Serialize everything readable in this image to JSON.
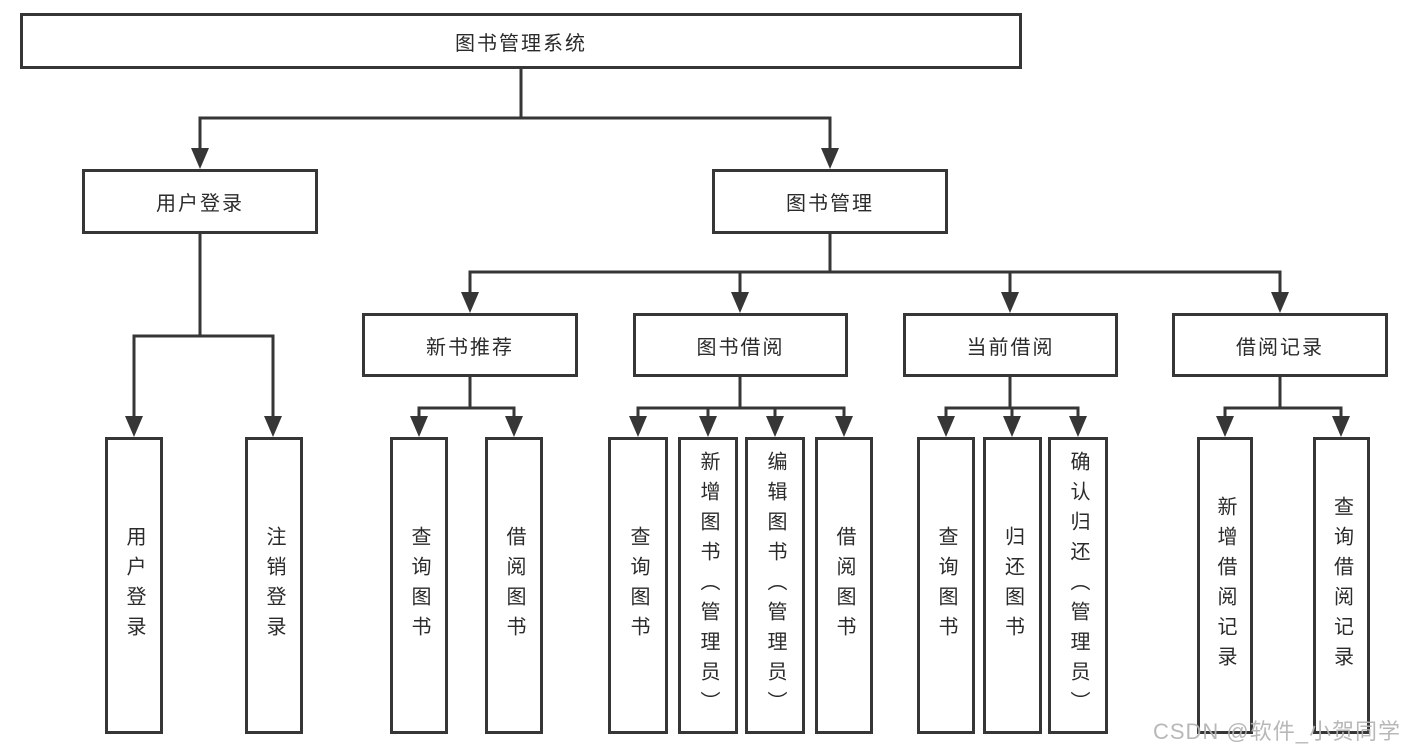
{
  "tree": {
    "label": "图书管理系统",
    "children": [
      {
        "label": "用户登录",
        "children": [
          {
            "label": "用户登录"
          },
          {
            "label": "注销登录"
          }
        ]
      },
      {
        "label": "图书管理",
        "children": [
          {
            "label": "新书推荐",
            "children": [
              {
                "label": "查询图书"
              },
              {
                "label": "借阅图书"
              }
            ]
          },
          {
            "label": "图书借阅",
            "children": [
              {
                "label": "查询图书"
              },
              {
                "label": "新增图书（管理员）"
              },
              {
                "label": "编辑图书（管理员）"
              },
              {
                "label": "借阅图书"
              }
            ]
          },
          {
            "label": "当前借阅",
            "children": [
              {
                "label": "查询图书"
              },
              {
                "label": "归还图书"
              },
              {
                "label": "确认归还（管理员）"
              }
            ]
          },
          {
            "label": "借阅记录",
            "children": [
              {
                "label": "新增借阅记录"
              },
              {
                "label": "查询借阅记录"
              }
            ]
          }
        ]
      }
    ]
  },
  "watermark": "CSDN @软件_小贺同学",
  "colors": {
    "line": "#363636",
    "box_border": "#363636",
    "box_fill": "#ffffff",
    "text": "#2b2b2b",
    "watermark": "#b2b2b2"
  }
}
